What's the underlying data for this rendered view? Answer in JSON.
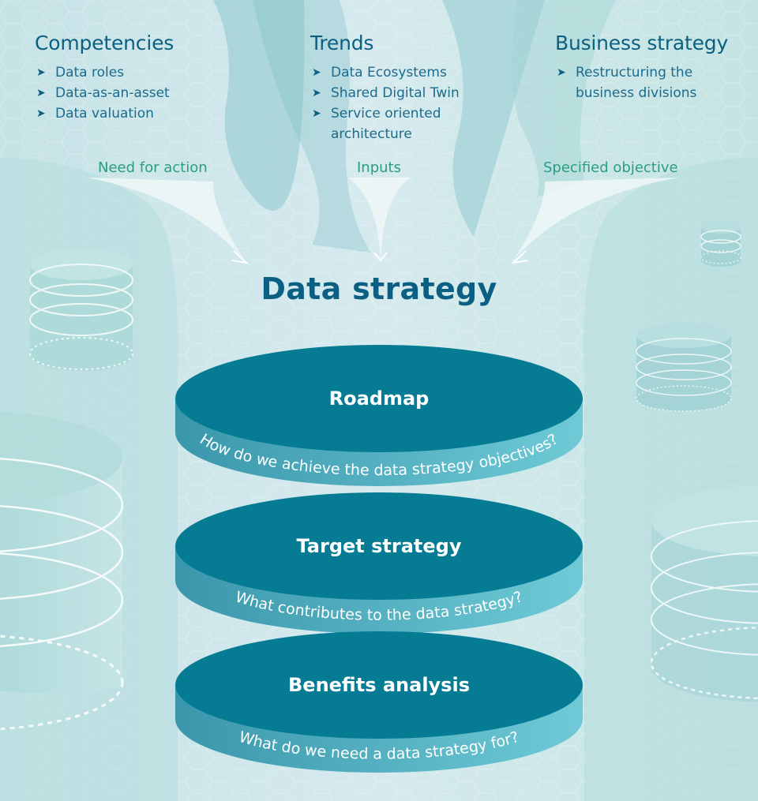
{
  "columns": [
    {
      "title": "Competencies",
      "items": [
        "Data roles",
        "Data-as-an-asset",
        "Data valuation"
      ]
    },
    {
      "title": "Trends",
      "items": [
        "Data Ecosystems",
        "Shared Digital Twin",
        "Service oriented architecture"
      ]
    },
    {
      "title": "Business strategy",
      "items": [
        "Restructuring the business divisions"
      ]
    }
  ],
  "flow_labels": {
    "need_for_action": "Need for action",
    "inputs": "Inputs",
    "specified_objective": "Specified objective"
  },
  "title": "Data strategy",
  "layers": [
    {
      "title": "Roadmap",
      "question": "How do we achieve the data strategy objectives?"
    },
    {
      "title": "Target strategy",
      "question": "What contributes to the data strategy?"
    },
    {
      "title": "Benefits analysis",
      "question": "What do we need a data strategy for?"
    }
  ],
  "colors": {
    "disk_top": "#057b94",
    "disk_side_left": "#3a97ab",
    "disk_side_right": "#6dc8d5",
    "heading": "#0b5f82",
    "flow_label": "#2a9d83"
  }
}
